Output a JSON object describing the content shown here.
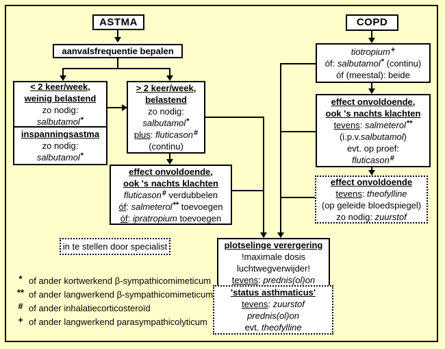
{
  "colors": {
    "background": "#FFFFCC",
    "box_fill": "#FFFFFF",
    "line_and_text": "#000000"
  },
  "nodes": {
    "astma_title": {
      "lines": [
        [
          {
            "t": "ASTMA",
            "s": "b"
          }
        ]
      ]
    },
    "copd_title": {
      "lines": [
        [
          {
            "t": "COPD",
            "s": "b"
          }
        ]
      ]
    },
    "frequency": {
      "lines": [
        [
          {
            "t": "aanvalsfrequentie bepalen",
            "s": "b"
          }
        ]
      ]
    },
    "low_freq": {
      "lines": [
        [
          {
            "t": "< 2 keer/week,",
            "s": "b u"
          }
        ],
        [
          {
            "t": "weinig belastend",
            "s": "b u"
          }
        ],
        [
          {
            "t": "zo nodig:"
          }
        ],
        [
          {
            "t": "salbutamol",
            "s": "i"
          },
          {
            "t": "*",
            "s": "sup"
          }
        ]
      ]
    },
    "exercise": {
      "lines": [
        [
          {
            "t": "inspanningsastma",
            "s": "b u"
          }
        ],
        [
          {
            "t": "zo nodig:"
          }
        ],
        [
          {
            "t": "salbutamol",
            "s": "i"
          },
          {
            "t": "*",
            "s": "sup"
          }
        ]
      ]
    },
    "high_freq": {
      "lines": [
        [
          {
            "t": "> 2 keer/week,",
            "s": "b u"
          }
        ],
        [
          {
            "t": "belastend",
            "s": "b u"
          }
        ],
        [
          {
            "t": "zo nodig:"
          }
        ],
        [
          {
            "t": "salbutamol",
            "s": "i"
          },
          {
            "t": "*",
            "s": "sup"
          }
        ],
        [
          {
            "t": "plus",
            "s": "u"
          },
          {
            "t": ": "
          },
          {
            "t": "fluticason",
            "s": "i"
          },
          {
            "t": "#",
            "s": "sup"
          }
        ],
        [
          {
            "t": "(continu)"
          }
        ]
      ]
    },
    "astma_effect": {
      "lines": [
        [
          {
            "t": "effect onvoldoende,",
            "s": "b u"
          }
        ],
        [
          {
            "t": "ook 's nachts klachten",
            "s": "b u"
          }
        ],
        [
          {
            "t": "fluticason",
            "s": "i"
          },
          {
            "t": "#",
            "s": "sup"
          },
          {
            "t": " verdubbelen"
          }
        ],
        [
          {
            "t": "óf",
            "s": "u"
          },
          {
            "t": ": "
          },
          {
            "t": "salmeterol",
            "s": "i"
          },
          {
            "t": "**",
            "s": "sup"
          },
          {
            "t": " toevoegen"
          }
        ],
        [
          {
            "t": "óf",
            "s": "u"
          },
          {
            "t": ": "
          },
          {
            "t": "ipratropium",
            "s": "i"
          },
          {
            "t": " toevoegen"
          }
        ]
      ]
    },
    "copd_start": {
      "lines": [
        [
          {
            "t": "tiotropium",
            "s": "i"
          },
          {
            "t": "+",
            "s": "sup"
          }
        ],
        [
          {
            "t": "óf: "
          },
          {
            "t": "salbutamol",
            "s": "i"
          },
          {
            "t": "*",
            "s": "sup"
          },
          {
            "t": " (continu)"
          }
        ],
        [
          {
            "t": "óf (meestal): beide"
          }
        ]
      ]
    },
    "copd_effect": {
      "lines": [
        [
          {
            "t": "effect onvoldoende,",
            "s": "b u"
          }
        ],
        [
          {
            "t": "ook 's nachts klachten",
            "s": "b u"
          }
        ],
        [
          {
            "t": "tevens",
            "s": "u"
          },
          {
            "t": ": "
          },
          {
            "t": "salmeterol",
            "s": "i"
          },
          {
            "t": "**",
            "s": "sup"
          }
        ],
        [
          {
            "t": "(i.p.v."
          },
          {
            "t": "salbutamol",
            "s": "i"
          },
          {
            "t": ")"
          }
        ],
        [
          {
            "t": "evt. op proef:"
          }
        ],
        [
          {
            "t": "fluticason",
            "s": "i"
          },
          {
            "t": "#",
            "s": "sup"
          }
        ]
      ]
    },
    "copd_effect2": {
      "lines": [
        [
          {
            "t": "effect onvoldoende",
            "s": "b u"
          }
        ],
        [
          {
            "t": "tevens",
            "s": "u"
          },
          {
            "t": ": "
          },
          {
            "t": "theofylline",
            "s": "i"
          }
        ],
        [
          {
            "t": "(op geleide bloedspiegel)"
          }
        ],
        [
          {
            "t": "zo nodig: "
          },
          {
            "t": "zuurstof",
            "s": "i"
          }
        ]
      ]
    },
    "exacerbation": {
      "lines": [
        [
          {
            "t": "plotselinge verergering",
            "s": "b u"
          }
        ],
        [
          {
            "t": "!maximale dosis"
          }
        ],
        [
          {
            "t": "luchtwegverwijder!"
          }
        ],
        [
          {
            "t": "tevens",
            "s": "u"
          },
          {
            "t": ": "
          },
          {
            "t": "prednis(ol)on",
            "s": "i"
          }
        ]
      ]
    },
    "status": {
      "lines": [
        [
          {
            "t": "'status asthmaticus'",
            "s": "b u"
          }
        ],
        [
          {
            "t": "tevens",
            "s": "u"
          },
          {
            "t": ": "
          },
          {
            "t": "zuurstof",
            "s": "i"
          }
        ],
        [
          {
            "t": "prednis(ol)on",
            "s": "i"
          }
        ],
        [
          {
            "t": "evt. "
          },
          {
            "t": "theofylline",
            "s": "i"
          }
        ]
      ]
    },
    "specialist": {
      "lines": [
        [
          {
            "t": "in te stellen door specialist"
          }
        ]
      ]
    }
  },
  "legend": {
    "rows": [
      {
        "symbol": "*",
        "text": "of ander kortwerkend β-sympathicomimeticum"
      },
      {
        "symbol": "**",
        "text": "of ander langwerkend β-sympathicomimeticum"
      },
      {
        "symbol": "#",
        "text": "of ander inhalatiecorticosteroïd"
      },
      {
        "symbol": "+",
        "text": "of ander langwerkend parasympathicolyticum"
      }
    ]
  }
}
